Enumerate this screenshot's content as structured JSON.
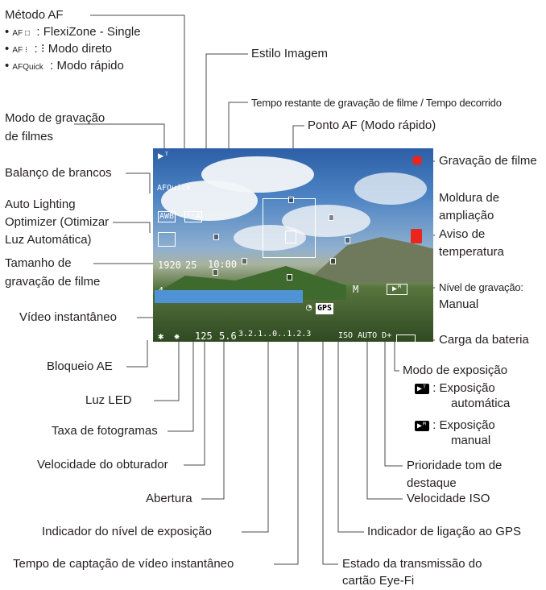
{
  "title_metodo_af": "Método AF",
  "af_modes": [
    {
      "prefix": "AF □",
      "text": ": FlexiZone - Single"
    },
    {
      "prefix": "AF ⁝",
      "text": ": ⁝ Modo direto"
    },
    {
      "prefix": "AFQuick",
      "text": ": Modo rápido"
    }
  ],
  "labels": {
    "estilo_imagem": "Estilo Imagem",
    "tempo_restante": "Tempo restante de gravação de filme / Tempo decorrido",
    "modo_gravacao_1": "Modo de gravação",
    "modo_gravacao_2": "de filmes",
    "ponto_af": "Ponto AF (Modo rápido)",
    "gravacao_filme": "Gravação de filme",
    "balanco_brancos": "Balanço de brancos",
    "moldura_1": "Moldura de",
    "moldura_2": "ampliação",
    "auto_lighting_1": "Auto Lighting",
    "auto_lighting_2": "Optimizer (Otimizar",
    "auto_lighting_3": "Luz Automática)",
    "aviso_temp_1": "Aviso de",
    "aviso_temp_2": "temperatura",
    "tamanho_1": "Tamanho de",
    "tamanho_2": "gravação de filme",
    "nivel_grav_1": "Nível de gravação:",
    "nivel_grav_2": "Manual",
    "video_instantaneo": "Vídeo instantâneo",
    "carga_bateria": "Carga da bateria",
    "bloqueio_ae": "Bloqueio AE",
    "modo_exposicao": "Modo de exposição",
    "luz_led": "Luz LED",
    "taxa_fotogramas": "Taxa de fotogramas",
    "velocidade_obturador": "Velocidade do obturador",
    "prioridade_1": "Prioridade tom de",
    "prioridade_2": "destaque",
    "abertura": "Abertura",
    "velocidade_iso": "Velocidade ISO",
    "indicador_exposicao": "Indicador do nível de exposição",
    "indicador_gps": "Indicador de ligação ao GPS",
    "tempo_captacao": "Tempo de captação de vídeo instantâneo",
    "estado_eyefi_1": "Estado da transmissão do",
    "estado_eyefi_2": "cartão Eye-Fi"
  },
  "exposure_modes": [
    {
      "icon": "▶ᵀ",
      "text_1": ": Exposição",
      "text_2": "automática"
    },
    {
      "icon": "▶ᴹ",
      "text_1": ": Exposição",
      "text_2": "manual"
    }
  ],
  "screen": {
    "af_quick": "AFQuick",
    "awb": "AWB",
    "picture_style": "ᴬ:A",
    "movie_size": "1920",
    "frame_rate": "25",
    "time": "10:00",
    "snapshot": "4",
    "gps": "GPS",
    "audio": "M",
    "shutter": "125",
    "aperture": "5.6",
    "exposure_scale": "3.2.1..0..1.2.3",
    "iso": "ISO AUTO D+",
    "ae_lock": "✱",
    "led": "✸"
  },
  "colors": {
    "record_dot": "#e8261d",
    "temp_warning": "#e8261d",
    "progress_bar": "#4f93d6"
  }
}
